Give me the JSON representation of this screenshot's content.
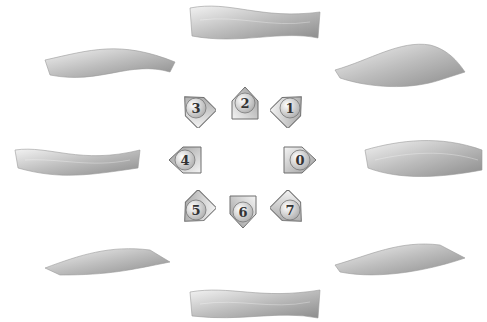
{
  "diagram": {
    "nodes": [
      {
        "text": [
          "3"
        ]
      },
      {
        "text": [
          "2"
        ]
      },
      {
        "text": [
          "1"
        ]
      },
      {
        "text": [
          "4"
        ]
      },
      {
        "text": [
          "0"
        ]
      },
      {
        "text": [
          "5"
        ]
      },
      {
        "text": [
          "6"
        ]
      },
      {
        "text": [
          "7"
        ]
      }
    ]
  }
}
